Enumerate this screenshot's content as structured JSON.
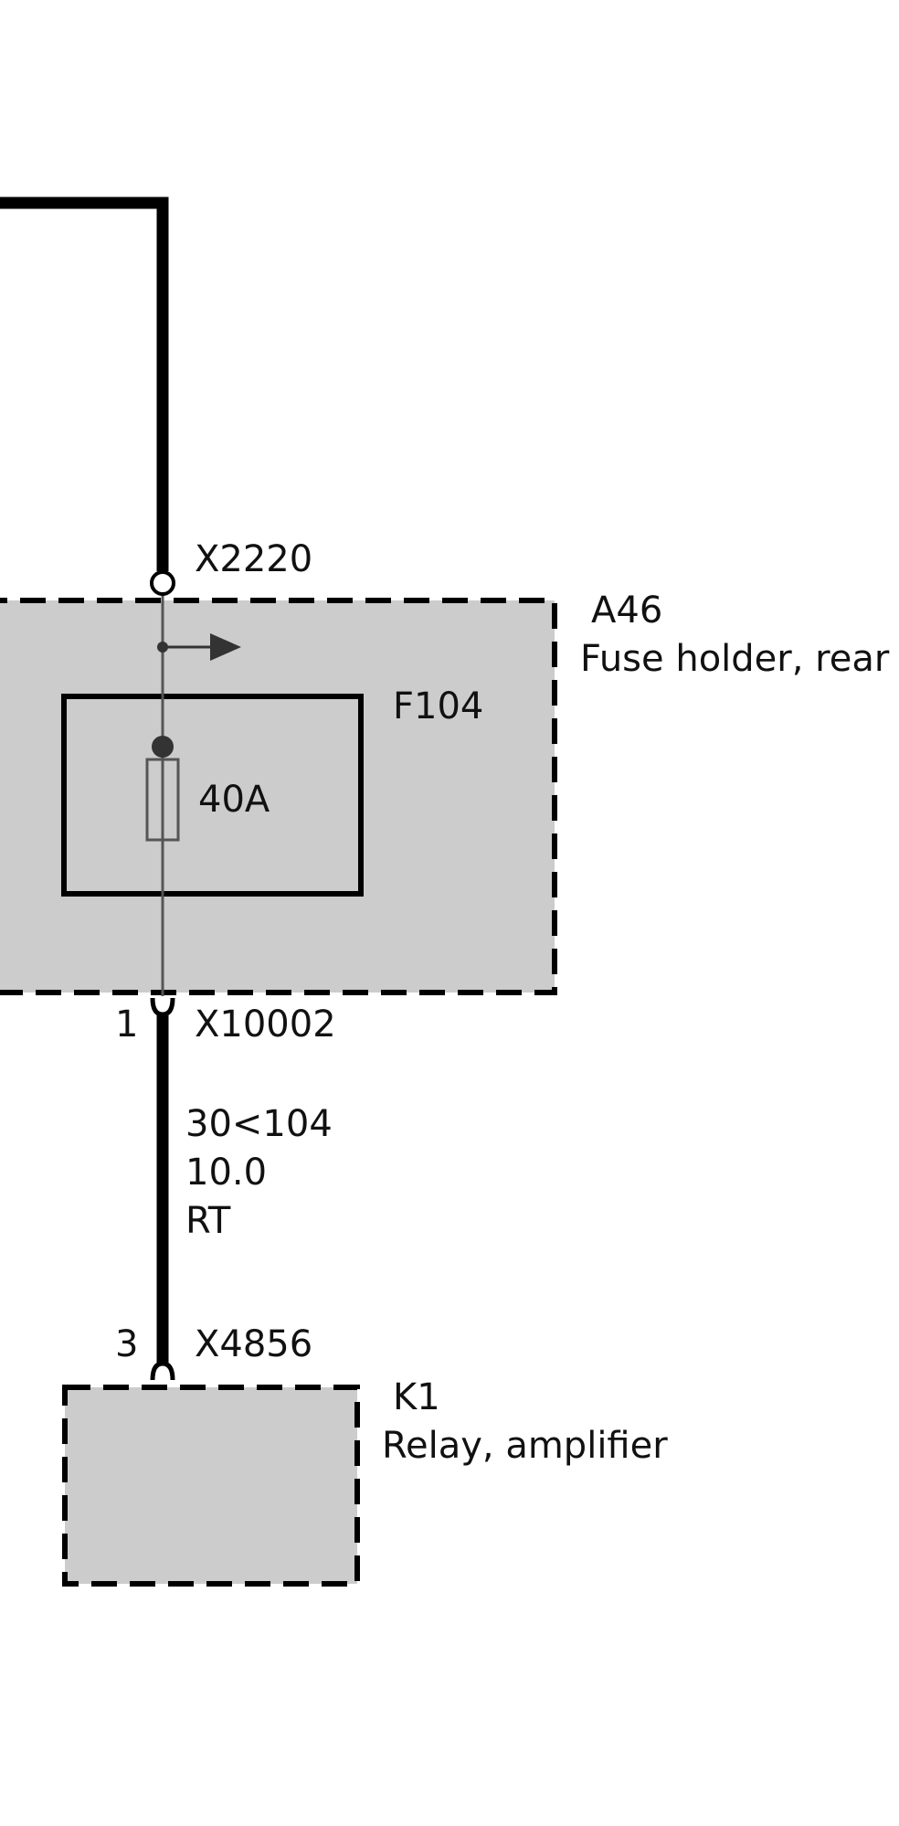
{
  "connectors": {
    "top": {
      "id": "X2220"
    },
    "fuse_output": {
      "id": "X10002",
      "pin": "1"
    },
    "relay_input": {
      "id": "X4856",
      "pin": "3"
    }
  },
  "components": {
    "fuse_holder": {
      "id": "A46",
      "name": "Fuse holder, rear"
    },
    "fuse": {
      "id": "F104",
      "rating": "40A"
    },
    "relay": {
      "id": "K1",
      "name": "Relay, amplifier"
    }
  },
  "wire": {
    "circuit": "30<104",
    "cross_section": "10.0",
    "color_code": "RT"
  },
  "colors": {
    "wire": "#000000",
    "internal_wire": "#555555",
    "component_fill": "#cccccc",
    "dot": "#333333"
  },
  "icons": {
    "branch_arrow": "arrow-right-icon",
    "fuse_symbol": "fuse-icon",
    "connector_circle": "open-terminal-icon"
  }
}
